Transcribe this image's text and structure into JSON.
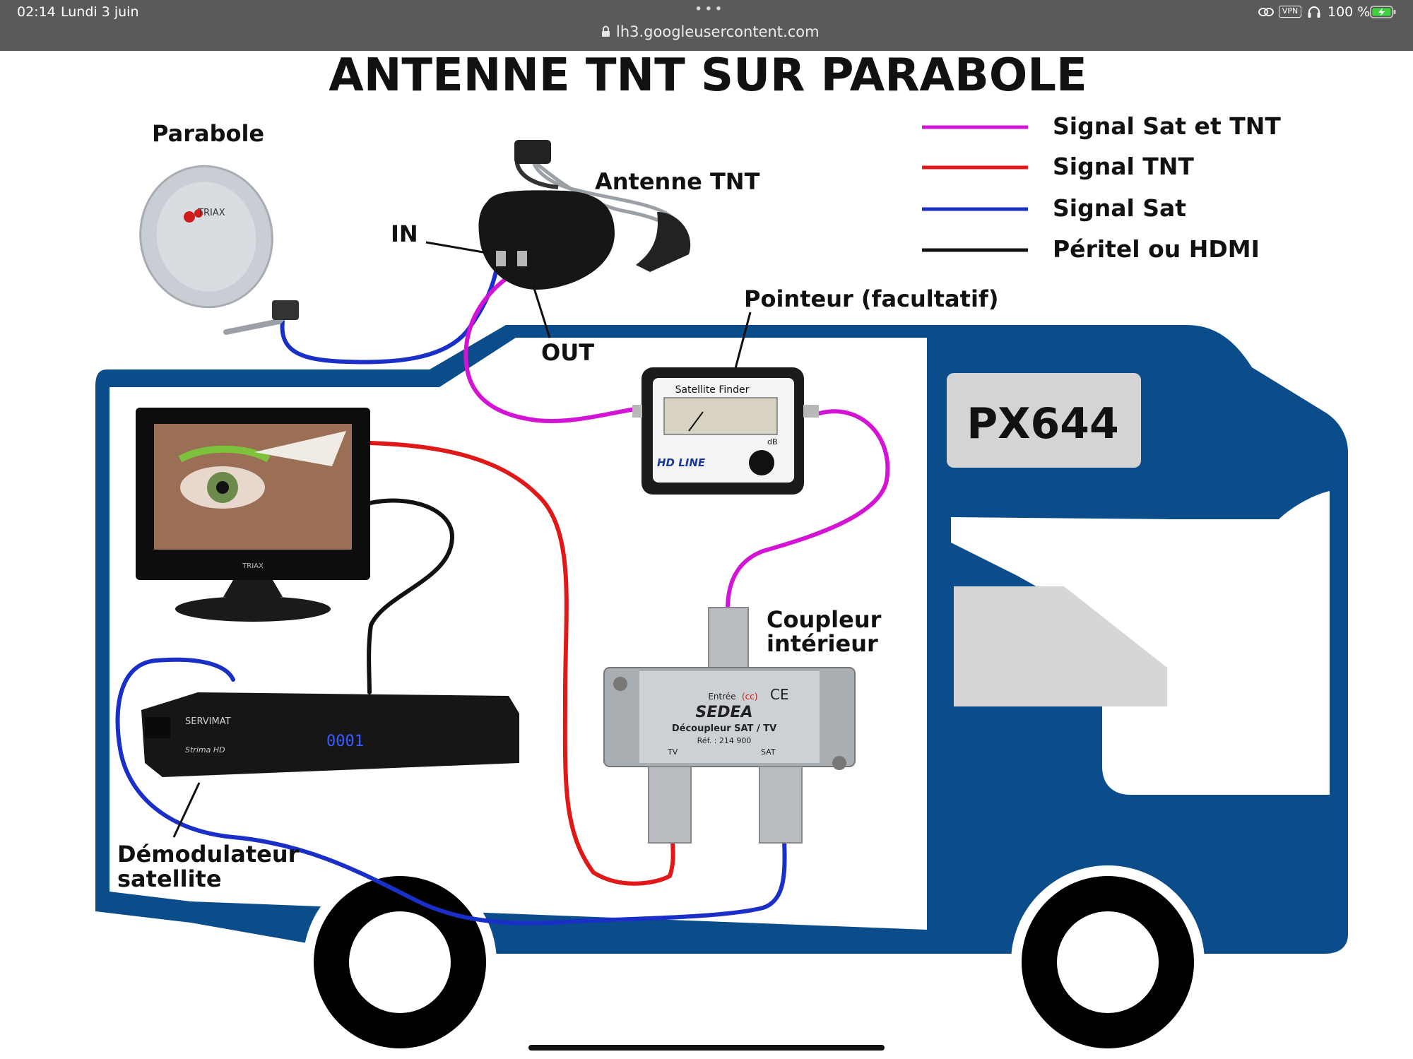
{
  "status_bar": {
    "time": "02:14",
    "date": "Lundi 3 juin",
    "url": "lh3.googleusercontent.com",
    "dots": "•••",
    "vpn": "VPN",
    "battery": "100 %",
    "icons": [
      "lock-icon",
      "link-icon",
      "vpn-badge",
      "headphones-icon",
      "battery-icon"
    ]
  },
  "diagram": {
    "title": "ANTENNE TNT SUR PARABOLE",
    "labels": {
      "parabole": "Parabole",
      "dish_brand": "TRIAX",
      "antenne_tnt": "Antenne TNT",
      "in": "IN",
      "out": "OUT",
      "pointeur": "Pointeur (facultatif)",
      "finder_title": "Satellite Finder",
      "finder_brand": "HD LINE",
      "finder_db": "dB",
      "plate": "PX644",
      "coupleur_1": "Coupleur",
      "coupleur_2": "intérieur",
      "demod_1": "Démodulateur",
      "demod_2": "satellite",
      "receiver_brand": "SERVIMAT",
      "receiver_model": "Strima HD",
      "receiver_display": "0001",
      "coupler_entree": "Entrée",
      "coupler_cc": "(cc)",
      "coupler_ce": "CE",
      "coupler_brand": "SEDEA",
      "coupler_desc": "Découpleur SAT / TV",
      "coupler_ref": "Réf. : 214 900",
      "coupler_tv": "TV",
      "coupler_sat": "SAT",
      "tv_brand": "TRIAX"
    },
    "legend": [
      {
        "label": "Signal Sat et TNT",
        "color": "#d414d4"
      },
      {
        "label": "Signal TNT",
        "color": "#e01818"
      },
      {
        "label": "Signal Sat",
        "color": "#1a2fc8"
      },
      {
        "label": "Péritel ou HDMI",
        "color": "#111111"
      }
    ],
    "colors": {
      "camper": "#0b4d8a",
      "magenta": "#d414d4",
      "red": "#e01818",
      "blue": "#1a2fc8",
      "black": "#111111"
    }
  }
}
